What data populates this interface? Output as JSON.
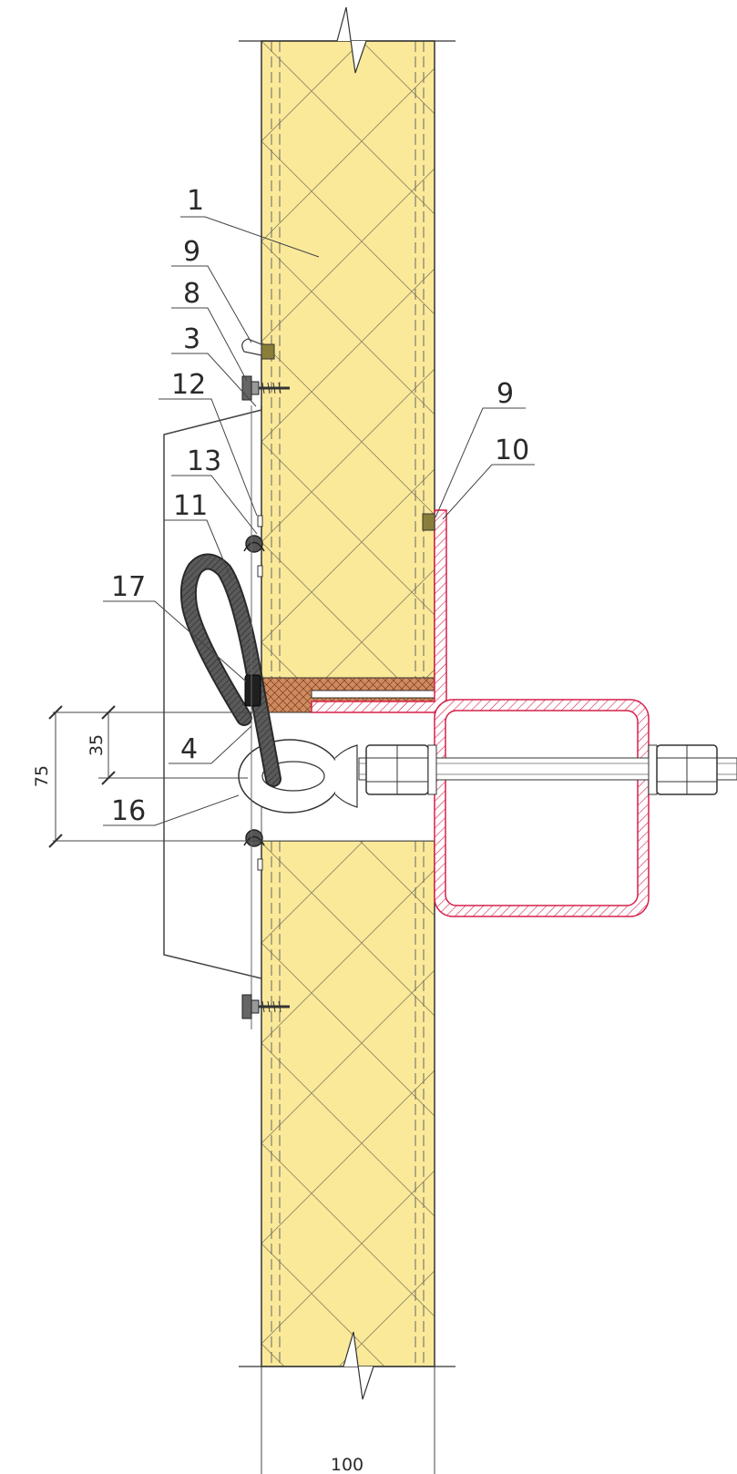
{
  "drawing": {
    "callouts": {
      "c1": "1",
      "c9a": "9",
      "c8": "8",
      "c3": "3",
      "c12": "12",
      "c13": "13",
      "c11": "11",
      "c17": "17",
      "c4": "4",
      "c16": "16",
      "c9b": "9",
      "c10": "10"
    },
    "dimensions": {
      "d35": "35",
      "d75": "75",
      "d100": "100"
    },
    "colors": {
      "insulation": "#fbe99a",
      "seal": "#d08a5f",
      "steel_outline": "#d6204a",
      "gasket": "#5a5a5a",
      "spacer": "#8a7f3a"
    }
  }
}
